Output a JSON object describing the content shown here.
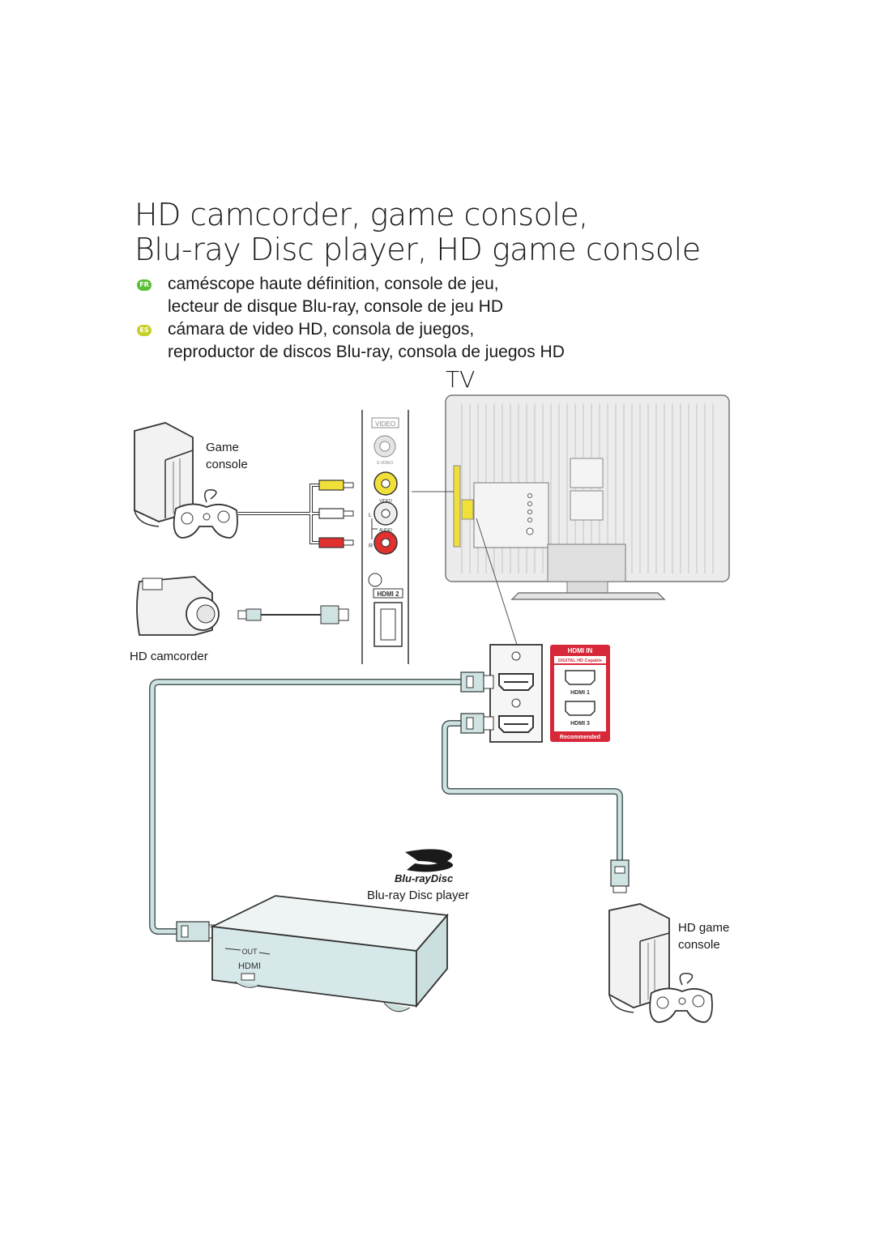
{
  "title": {
    "line1": "HD camcorder, game console,",
    "line2": "Blu-ray Disc player, HD game console"
  },
  "translations": [
    {
      "lang": "FR",
      "badge_color": "#5bbf3a",
      "line1": "caméscope haute définition, console de jeu,",
      "line2": "lecteur de disque Blu-ray, console de jeu HD"
    },
    {
      "lang": "ES",
      "badge_color": "#c7d12a",
      "line1": "cámara de video HD, consola de juegos,",
      "line2": "reproductor de discos Blu-ray, consola de juegos HD"
    }
  ],
  "tv_label": "TV",
  "devices": {
    "game_console": {
      "line1": "Game",
      "line2": "console"
    },
    "hd_camcorder": "HD camcorder",
    "bluray_player": "Blu-ray Disc player",
    "hd_game_console": {
      "line1": "HD game",
      "line2": "console"
    }
  },
  "side_panel": {
    "video_header": "VIDEO",
    "svideo": "S-VIDEO",
    "video": "VIDEO",
    "audio": "AUDIO",
    "left": "L",
    "right": "R",
    "hdmi2": "HDMI 2"
  },
  "hdmi_card": {
    "header": "HDMI  IN",
    "capable": "DIGITAL HD Capable",
    "port1": "HDMI  1",
    "port3": "HDMI  3",
    "recommended": "Recommended",
    "color": "#d7283a"
  },
  "bluray": {
    "logo_text": "Blu-rayDisc",
    "out": "OUT",
    "hdmi": "HDMI"
  },
  "colors": {
    "cable_fill": "#cfe3e3",
    "cable_stroke": "#4a5a5a",
    "yellow": "#f2e03a",
    "red": "#e0312f",
    "tv_body": "#e6e6e6"
  }
}
